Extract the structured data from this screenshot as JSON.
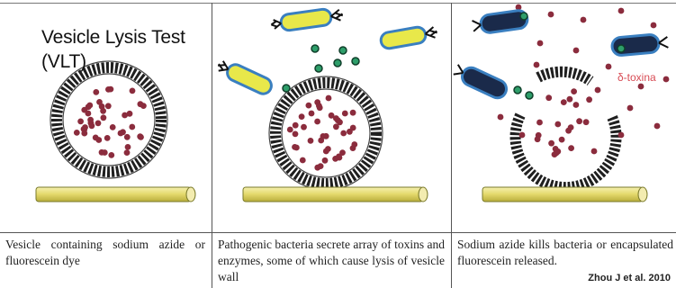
{
  "title": "Vesicle Lysis Test (VLT)",
  "toxin_label": "δ-toxina",
  "credit": "Zhou J et al. 2010",
  "panels": [
    {
      "caption": "Vesicle containing sodium azide or fluorescein dye"
    },
    {
      "caption": "Pathogenic bacteria secrete array of toxins and enzymes, some of which cause lysis of vesicle wall"
    },
    {
      "caption": "Sodium azide kills bacteria or encapsulated fluorescein released."
    }
  ],
  "colors": {
    "dye": "#8b2c3d",
    "membrane": "#1f1f1f",
    "rod_fill": "#e8e07a",
    "rod_stroke": "#7a7a2a",
    "bacteria_body": "#e8e84a",
    "bacteria_outline": "#3a7fc0",
    "toxin": "#2e9e6a",
    "toxin_label": "#d84c55"
  }
}
